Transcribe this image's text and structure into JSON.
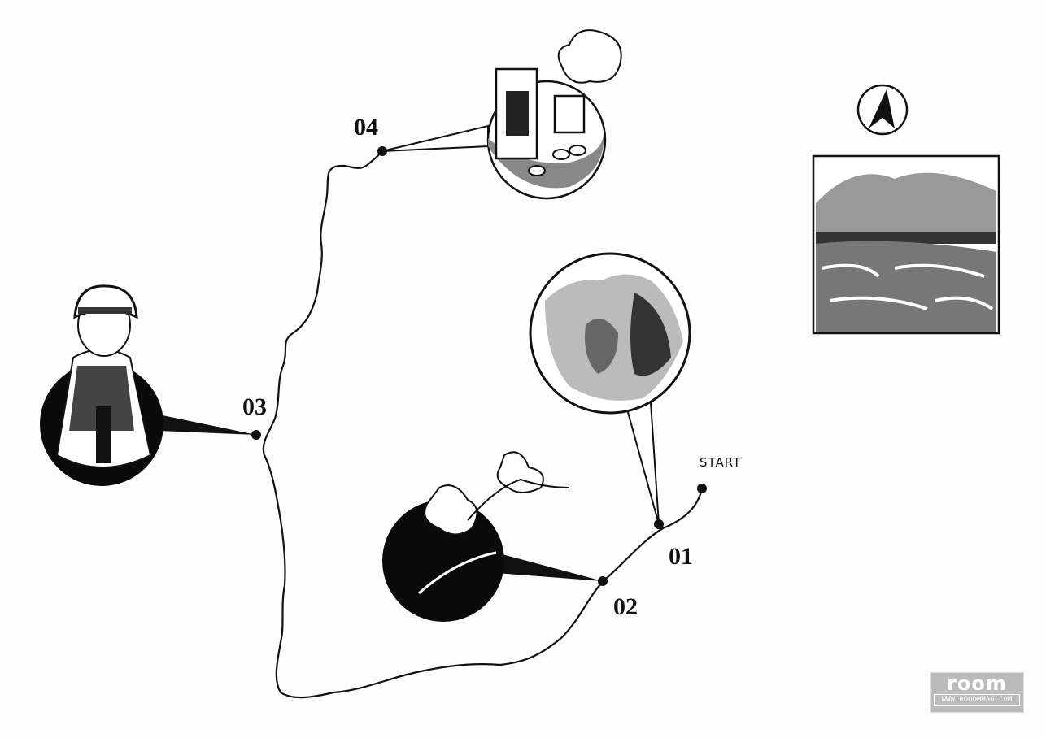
{
  "start_label": "START",
  "stops": [
    {
      "number": "01",
      "icon": "mountain-forest-icon"
    },
    {
      "number": "02",
      "icon": "flower-branch-icon"
    },
    {
      "number": "03",
      "icon": "hilltribe-woman-icon"
    },
    {
      "number": "04",
      "icon": "coffee-icon"
    }
  ],
  "compass_icon": "north-arrow-icon",
  "inset_icon": "terraced-landscape-icon",
  "logo": {
    "name": "room",
    "url_text": "WWW.ROODMMAG.COM"
  }
}
